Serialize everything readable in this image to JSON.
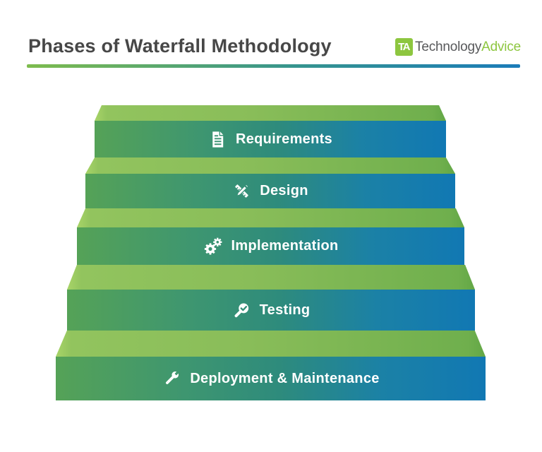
{
  "header": {
    "title": "Phases of Waterfall Methodology",
    "logo": {
      "mark": "TA",
      "name_primary": "Technology",
      "name_secondary": "Advice"
    }
  },
  "phases": [
    {
      "label": "Requirements",
      "icon": "document-icon"
    },
    {
      "label": "Design",
      "icon": "pencil-ruler-icon"
    },
    {
      "label": "Implementation",
      "icon": "gears-icon"
    },
    {
      "label": "Testing",
      "icon": "magnifier-check-icon"
    },
    {
      "label": "Deployment & Maintenance",
      "icon": "wrench-icon"
    }
  ],
  "colors": {
    "title_text": "#474747",
    "accent_green": "#8DC63F",
    "logo_gray": "#58595B",
    "label_text": "#FFFFFF",
    "tread_gradient": [
      "#A8D468",
      "#89BD59",
      "#63A746"
    ],
    "face_gradient": [
      "#55A257",
      "#2E8B7C",
      "#1178B3"
    ],
    "divider_gradient": [
      "#7EBC4E",
      "#35948F",
      "#1B7CB9"
    ]
  }
}
